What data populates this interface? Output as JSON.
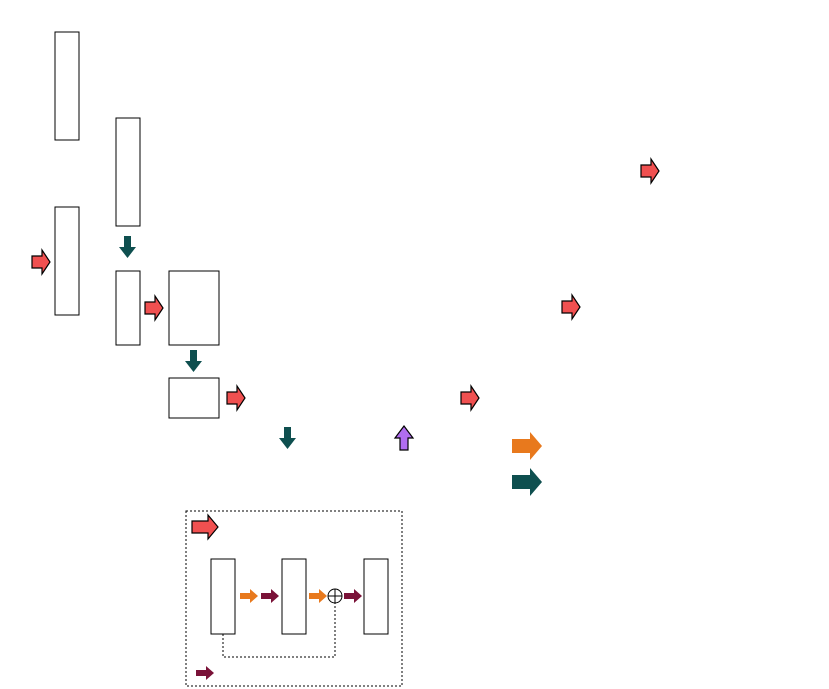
{
  "colors": {
    "background": "#ffffff",
    "block_stroke": "#000000",
    "red_arrow_fill": "#f05050",
    "teal_arrow_fill": "#0e4f4f",
    "purple_arrow_fill": "#b06df0",
    "orange_arrow_fill": "#e8791d",
    "maroon_arrow_fill": "#7a1238"
  },
  "diagram": {
    "blocks_main": [
      {
        "name": "block-left-top"
      },
      {
        "name": "block-left-mid"
      },
      {
        "name": "block-col2-upper"
      },
      {
        "name": "block-col2-lower"
      },
      {
        "name": "block-col3-upper"
      },
      {
        "name": "block-col3-lower"
      }
    ],
    "legend_arrows": [
      {
        "name": "legend-orange-arrow-icon",
        "color": "orange"
      },
      {
        "name": "legend-teal-arrow-icon",
        "color": "teal"
      }
    ],
    "residual_block": {
      "blocks": [
        {
          "name": "residual-layer-block-1"
        },
        {
          "name": "residual-layer-block-2"
        },
        {
          "name": "residual-layer-block-3"
        }
      ],
      "add_symbol": "⊕"
    }
  }
}
